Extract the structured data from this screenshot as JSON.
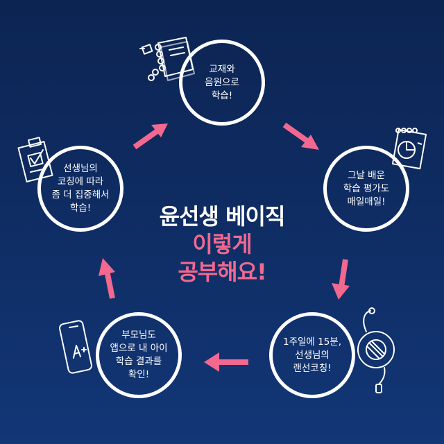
{
  "center": {
    "line1": "윤선생 베이직",
    "line2": "이렇게",
    "line3": "공부해요!",
    "color_white": "#ffffff",
    "color_pink": "#f2688f"
  },
  "steps": [
    {
      "lines": [
        "교재와",
        "음원으로",
        "학습!"
      ],
      "icon": "notebook-icon"
    },
    {
      "lines": [
        "그날 배운",
        "학습 평가도",
        "매일매일!"
      ],
      "icon": "report-chart-icon"
    },
    {
      "lines": [
        "1주일에 15분,",
        "선생님의",
        "랜선코칭!"
      ],
      "icon": "headset-icon"
    },
    {
      "lines": [
        "부모님도",
        "앱으로 내 아이",
        "학습 결과를",
        "확인!"
      ],
      "icon": "smartphone-icon"
    },
    {
      "lines": [
        "선생님의",
        "코칭에 따라",
        "좀 더 집중해서",
        "학습!"
      ],
      "icon": "clipboard-check-icon"
    }
  ],
  "colors": {
    "background_top": "#0c2452",
    "background_bottom": "#123676",
    "arrow": "#f2688f",
    "circle_border": "#ffffff"
  }
}
